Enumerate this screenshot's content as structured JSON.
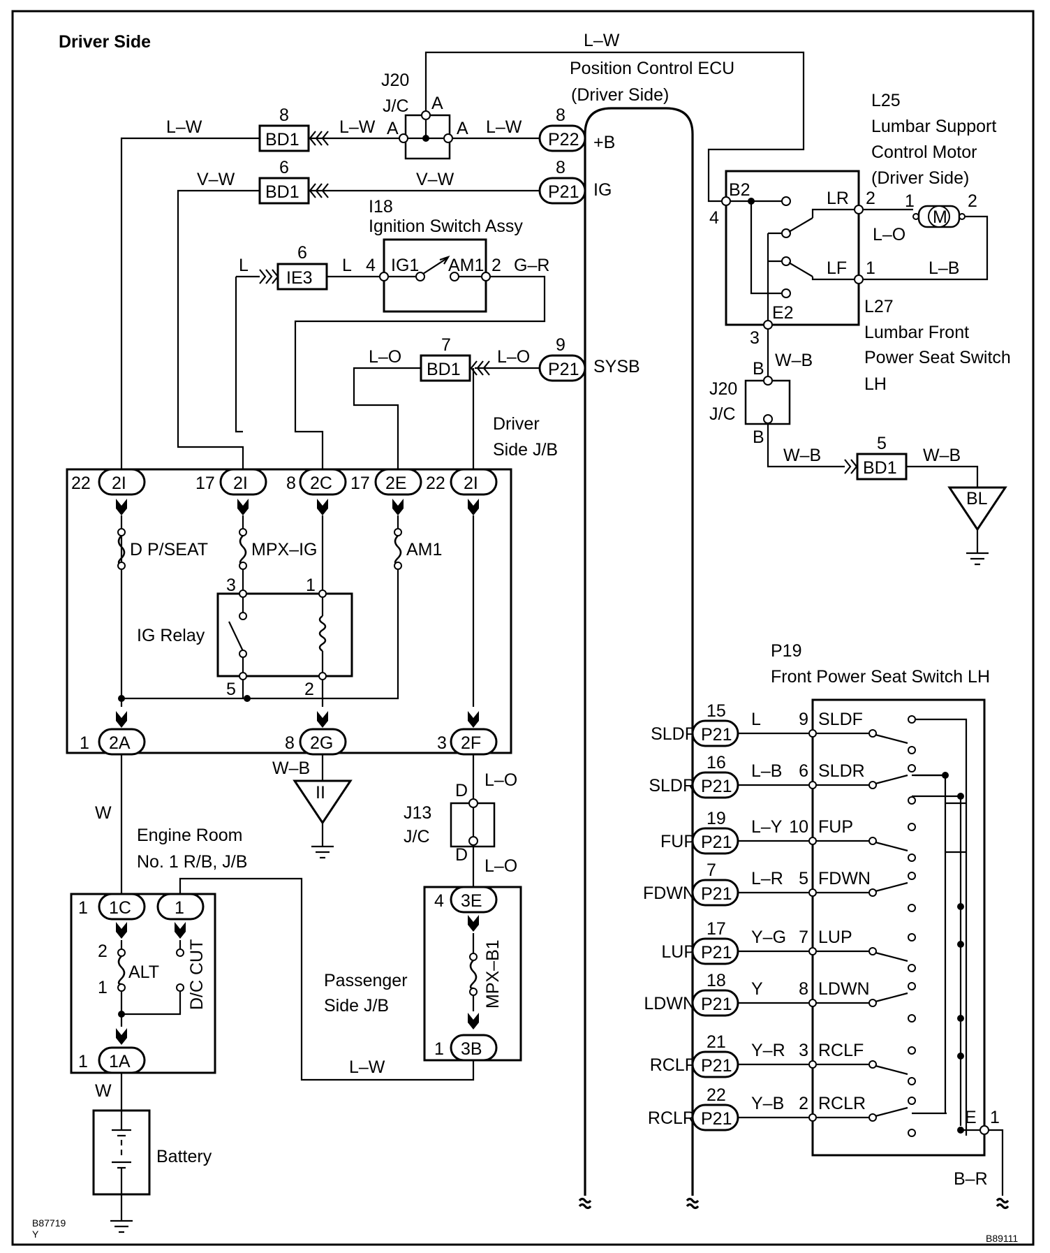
{
  "title": "Driver Side",
  "ids": {
    "left": "B87719",
    "left_sub": "Y",
    "right": "B89111"
  },
  "ecu": {
    "name": "Position Control ECU",
    "side": "(Driver Side)",
    "pins": [
      "+B",
      "IG",
      "SYSB"
    ]
  },
  "components": {
    "j20_top": {
      "ref": "J20",
      "type": "J/C",
      "pins": [
        "A",
        "A",
        "A"
      ]
    },
    "i18": {
      "ref": "I18",
      "name": "Ignition Switch Assy",
      "contacts": [
        "IG1",
        "AM1"
      ],
      "pins": [
        "4",
        "2"
      ]
    },
    "l25": {
      "ref": "L25",
      "lines": [
        "Lumbar Support",
        "Control Motor",
        "(Driver Side)"
      ],
      "motor": "M",
      "pins": [
        "1",
        "2"
      ]
    },
    "l27": {
      "ref": "L27",
      "lines": [
        "Lumbar Front",
        "Power Seat Switch",
        "LH"
      ],
      "pins": [
        "B2",
        "LR",
        "LF",
        "E2",
        "2",
        "1",
        "4",
        "3"
      ]
    },
    "j20_right": {
      "ref": "J20",
      "type": "J/C",
      "pins": [
        "B",
        "B"
      ]
    },
    "driver_jb": {
      "lines": [
        "Driver",
        "Side J/B"
      ],
      "fuses": [
        "D P/SEAT",
        "MPX–IG",
        "AM1"
      ],
      "relay": "IG Relay",
      "relay_pins": [
        "3",
        "1",
        "5",
        "2"
      ]
    },
    "engine_room": {
      "lines": [
        "Engine  Room",
        "No. 1 R/B, J/B"
      ],
      "fuses": [
        "ALT",
        "D/C CUT"
      ],
      "pins": [
        "2",
        "1"
      ]
    },
    "j13": {
      "ref": "J13",
      "type": "J/C",
      "pins": [
        "D",
        "D"
      ]
    },
    "passenger_jb": {
      "lines": [
        "Passenger",
        "Side J/B"
      ],
      "fuse": "MPX–B1"
    },
    "battery": {
      "name": "Battery"
    },
    "p19": {
      "ref": "P19",
      "name": "Front Power Seat Switch LH",
      "ground_pin": "E",
      "ground_no": "1"
    }
  },
  "connectors": {
    "bd1_8": {
      "no": "8",
      "label": "BD1"
    },
    "bd1_6": {
      "no": "6",
      "label": "BD1"
    },
    "ie3": {
      "no": "6",
      "label": "IE3"
    },
    "bd1_7": {
      "no": "7",
      "label": "BD1"
    },
    "bd1_5": {
      "no": "5",
      "label": "BD1"
    },
    "p22": {
      "no": "8",
      "label": "P22"
    },
    "p21_ig": {
      "no": "8",
      "label": "P21"
    },
    "p21_sysb": {
      "no": "9",
      "label": "P21"
    },
    "jb_top": [
      {
        "pin": "22",
        "label": "2I"
      },
      {
        "pin": "17",
        "label": "2I"
      },
      {
        "pin": "8",
        "label": "2C"
      },
      {
        "pin": "17",
        "label": "2E"
      },
      {
        "pin": "22",
        "label": "2I"
      }
    ],
    "jb_bottom": [
      {
        "pin": "1",
        "label": "2A"
      },
      {
        "pin": "8",
        "label": "2G"
      },
      {
        "pin": "3",
        "label": "2F"
      }
    ],
    "er_top": [
      {
        "pin": "1",
        "label": "1C"
      },
      {
        "pin": "",
        "label": "1"
      }
    ],
    "er_bottom": {
      "pin": "1",
      "label": "1A"
    },
    "pj_top": {
      "pin": "4",
      "label": "3E"
    },
    "pj_bottom": {
      "pin": "1",
      "label": "3B"
    }
  },
  "grounds": {
    "ii": "II",
    "bl": "BL"
  },
  "wires": {
    "lw": "L–W",
    "vw": "V–W",
    "l": "L",
    "gr": "G–R",
    "lo": "L–O",
    "wb": "W–B",
    "w": "W",
    "lb": "L–B",
    "br": "B–R"
  },
  "seat_switch_rows": [
    {
      "signal": "SLDF",
      "pin": "15",
      "conn": "P21",
      "wire": "L",
      "sw_pin": "9",
      "sw_label": "SLDF"
    },
    {
      "signal": "SLDR",
      "pin": "16",
      "conn": "P21",
      "wire": "L–B",
      "sw_pin": "6",
      "sw_label": "SLDR"
    },
    {
      "signal": "FUP",
      "pin": "19",
      "conn": "P21",
      "wire": "L–Y",
      "sw_pin": "10",
      "sw_label": "FUP"
    },
    {
      "signal": "FDWN",
      "pin": "7",
      "conn": "P21",
      "wire": "L–R",
      "sw_pin": "5",
      "sw_label": "FDWN"
    },
    {
      "signal": "LUP",
      "pin": "17",
      "conn": "P21",
      "wire": "Y–G",
      "sw_pin": "7",
      "sw_label": "LUP"
    },
    {
      "signal": "LDWN",
      "pin": "18",
      "conn": "P21",
      "wire": "Y",
      "sw_pin": "8",
      "sw_label": "LDWN"
    },
    {
      "signal": "RCLF",
      "pin": "21",
      "conn": "P21",
      "wire": "Y–R",
      "sw_pin": "3",
      "sw_label": "RCLF"
    },
    {
      "signal": "RCLR",
      "pin": "22",
      "conn": "P21",
      "wire": "Y–B",
      "sw_pin": "2",
      "sw_label": "RCLR"
    }
  ]
}
